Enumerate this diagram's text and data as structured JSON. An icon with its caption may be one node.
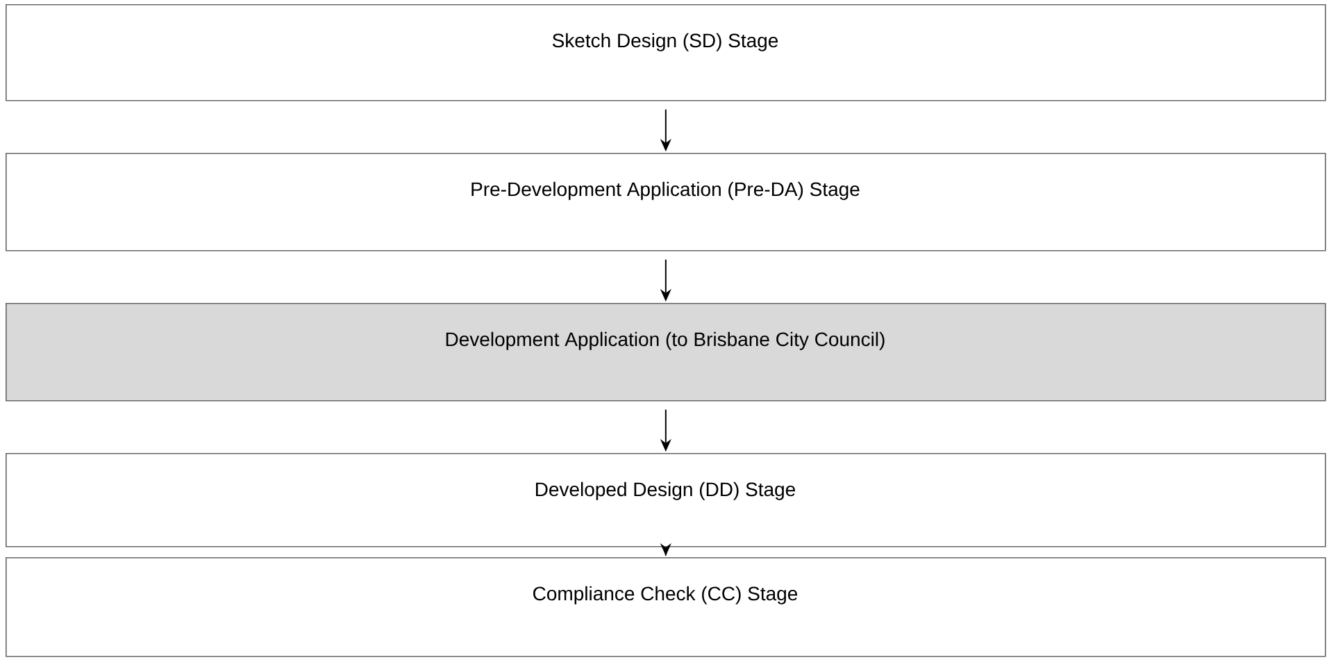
{
  "diagram": {
    "nodes": [
      {
        "text": [
          "Sketch Design (SD) Stage"
        ]
      },
      {
        "text": [
          "Pre-Development Application (Pre-DA) Stage"
        ]
      },
      {
        "text": [
          "Development Application (to Brisbane City Council)"
        ]
      },
      {
        "text": [
          "Developed Design (DD) Stage"
        ]
      },
      {
        "text": [
          "Compliance Check (CC) Stage"
        ]
      }
    ],
    "edges": [
      {
        "from": 0,
        "to": 1,
        "arrow": "to"
      },
      {
        "from": 1,
        "to": 2,
        "arrow": "to"
      },
      {
        "from": 2,
        "to": 3,
        "arrow": "to"
      },
      {
        "from": 3,
        "to": 4,
        "arrow": "to"
      }
    ]
  }
}
